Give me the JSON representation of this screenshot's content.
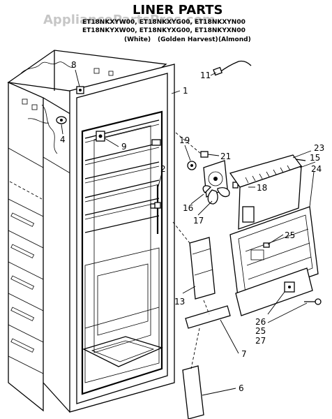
{
  "title": "LINER PARTS",
  "watermark": "AppliancePartsPros.com",
  "models": {
    "row1": "ET18NKXYW00, ET18NKXYG00, ET18NKXYN00",
    "row2": "ET18NKYXW00, ET18NKYXG00, ET18NKYXN00",
    "row3": [
      "(White)",
      "(Golden Harvest)",
      "(Almond)"
    ]
  },
  "callouts": [
    "1",
    "2",
    "4",
    "6",
    "7",
    "8",
    "9",
    "11",
    "13",
    "15",
    "16",
    "17",
    "18",
    "19",
    "21",
    "23",
    "24",
    "25",
    "25",
    "26",
    "27"
  ]
}
